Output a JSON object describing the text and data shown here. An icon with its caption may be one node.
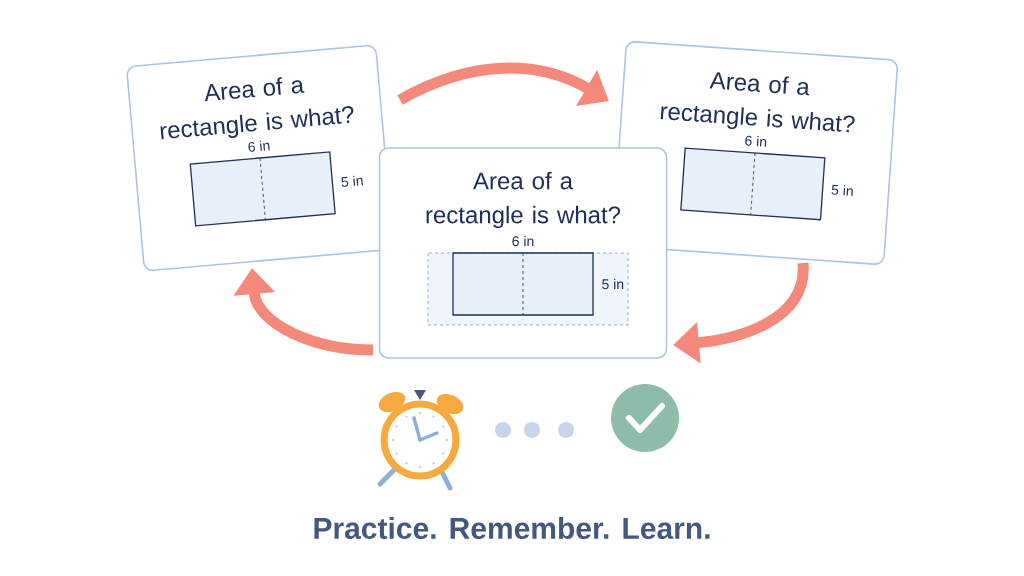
{
  "diagram": {
    "caption": "Practice. Remember. Learn.",
    "nodes": [
      {
        "text": [
          "Area of a rectangle is what?",
          "6 in",
          "5 in"
        ]
      },
      {
        "text": [
          "Area of a rectangle is what?",
          "6 in",
          "5 in"
        ]
      },
      {
        "text": [
          "Area of a rectangle is what?",
          "6 in",
          "5 in"
        ]
      }
    ],
    "edges": [
      {
        "from": 0,
        "to": 1,
        "arrow": "to"
      },
      {
        "from": 1,
        "to": 2,
        "arrow": "to"
      },
      {
        "from": 2,
        "to": 0,
        "arrow": "to"
      }
    ]
  }
}
